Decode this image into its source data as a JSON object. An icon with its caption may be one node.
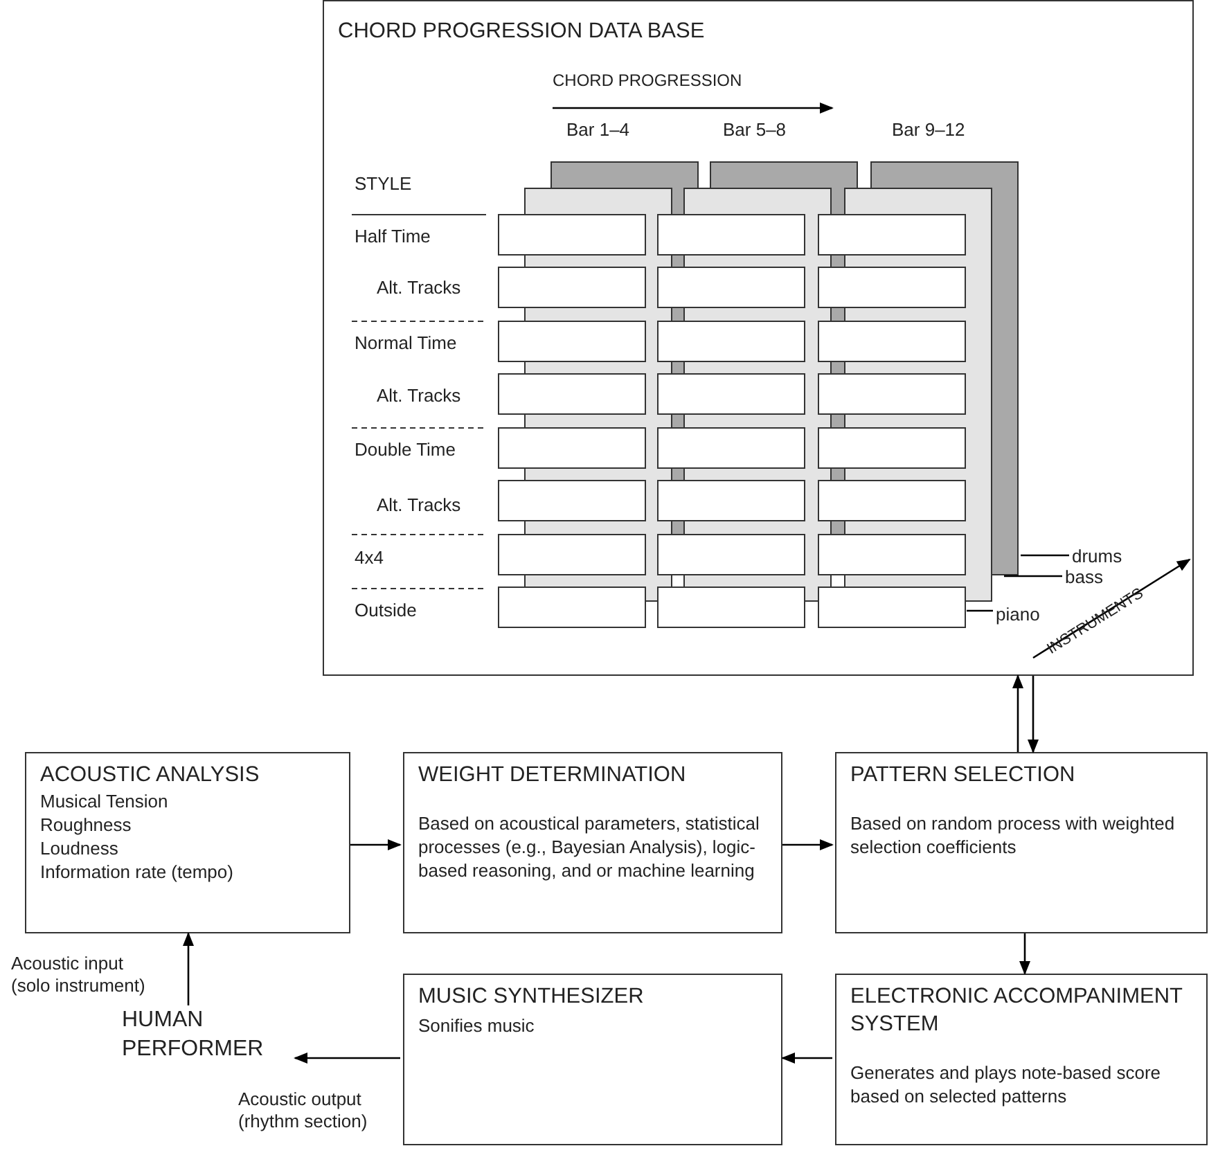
{
  "diagram": {
    "nodes": [
      {
        "text": [
          "CHORD PROGRESSION DATA BASE"
        ]
      },
      {
        "text": [
          "drums"
        ],
        "in": 0
      },
      {
        "text": [
          "bass"
        ],
        "in": 0
      },
      {
        "text": [
          "piano"
        ],
        "in": 0
      },
      {
        "text": [
          "ACOUSTIC ANALYSIS",
          "Musical Tension",
          "Roughness",
          "Loudness",
          "Information rate (tempo)"
        ]
      },
      {
        "text": [
          "WEIGHT DETERMINATION",
          "Based on acoustical parameters, statistical processes (e.g., Bayesian Analysis), logic-based reasoning, and or machine learning"
        ]
      },
      {
        "text": [
          "PATTERN SELECTION",
          "Based on random process with weighted selection coefficients"
        ]
      },
      {
        "text": [
          "HUMAN PERFORMER"
        ]
      },
      {
        "text": [
          "MUSIC SYNTHESIZER",
          "Sonifies music"
        ]
      },
      {
        "text": [
          "ELECTRONIC ACCOMPANIMENT SYSTEM",
          "Generates and plays note-based score based on selected patterns"
        ]
      }
    ],
    "edges": [
      {
        "from": 4,
        "to": 5,
        "arrow": "to"
      },
      {
        "from": 5,
        "to": 6,
        "arrow": "to"
      },
      {
        "from": 6,
        "to": 0,
        "arrow": "to"
      },
      {
        "from": 0,
        "to": 6,
        "arrow": "to"
      },
      {
        "from": 6,
        "to": 9,
        "arrow": "to"
      },
      {
        "from": 9,
        "to": 8,
        "arrow": "to"
      },
      {
        "from": 8,
        "to": 7,
        "arrow": "to",
        "label": "Acoustic output (rhythm section)"
      },
      {
        "from": 7,
        "to": 4,
        "arrow": "to",
        "label": "Acoustic input (solo instrument)"
      },
      {
        "from": 1,
        "to": null,
        "arrow": "none"
      },
      {
        "from": 2,
        "to": null,
        "arrow": "none"
      },
      {
        "from": 3,
        "to": null,
        "arrow": "none"
      }
    ],
    "labels": [
      "CHORD PROGRESSION",
      "Bar 1–4",
      "Bar 5–8",
      "Bar 9–12",
      "STYLE",
      "Half Time",
      "Alt. Tracks",
      "Normal Time",
      "Alt. Tracks",
      "Double Time",
      "Alt. Tracks",
      "4x4",
      "Outside",
      "INSTRUMENTS"
    ]
  }
}
